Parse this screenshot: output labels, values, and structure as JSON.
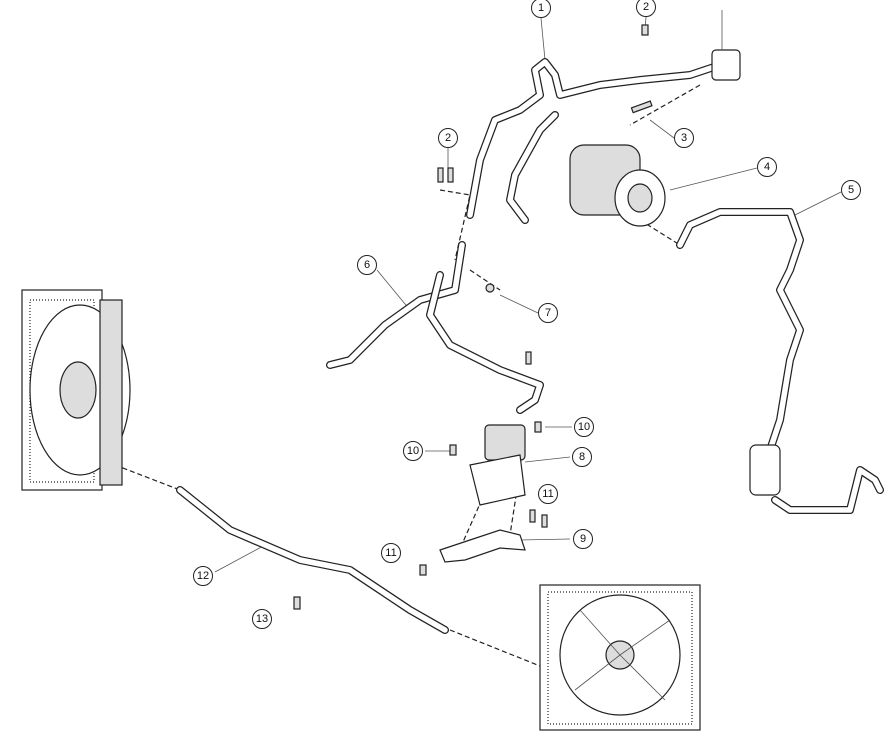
{
  "diagram": {
    "title": "A/C refrigerant lines exploded view",
    "callouts": [
      {
        "id": "c1",
        "label": "1"
      },
      {
        "id": "c2a",
        "label": "2"
      },
      {
        "id": "c2b",
        "label": "2"
      },
      {
        "id": "c3",
        "label": "3"
      },
      {
        "id": "c4",
        "label": "4"
      },
      {
        "id": "c5",
        "label": "5"
      },
      {
        "id": "c6",
        "label": "6"
      },
      {
        "id": "c7",
        "label": "7"
      },
      {
        "id": "c10a",
        "label": "10"
      },
      {
        "id": "c10b",
        "label": "10"
      },
      {
        "id": "c8",
        "label": "8"
      },
      {
        "id": "c11a",
        "label": "11"
      },
      {
        "id": "c9",
        "label": "9"
      },
      {
        "id": "c11b",
        "label": "11"
      },
      {
        "id": "c12",
        "label": "12"
      },
      {
        "id": "c13",
        "label": "13"
      }
    ]
  }
}
